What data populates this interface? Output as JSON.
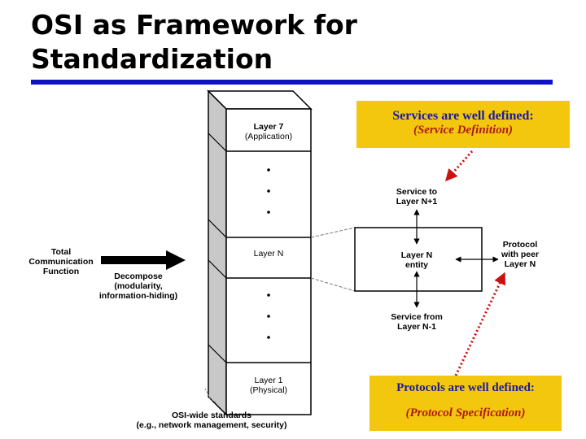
{
  "slide": {
    "title_line1": "OSI as Framework for",
    "title_line2": "Standardization"
  },
  "callouts": {
    "services_main": "Services are well defined:",
    "services_sub": "(Service Definition)",
    "protocols_main": "Protocols are well defined:",
    "protocols_sub": "(Protocol Specification)"
  },
  "diagram": {
    "total_function_1": "Total",
    "total_function_2": "Communication",
    "total_function_3": "Function",
    "decompose_1": "Decompose",
    "decompose_2": "(modularity,",
    "decompose_3": "information-hiding)",
    "layer7_1": "Layer 7",
    "layer7_2": "(Application)",
    "layerN": "Layer N",
    "layer1_1": "Layer 1",
    "layer1_2": "(Physical)",
    "osi_wide_1": "OSI-wide standards",
    "osi_wide_2": "(e.g., network management, security)",
    "service_to_1": "Service to",
    "service_to_2": "Layer N+1",
    "entity_1": "Layer N",
    "entity_2": "entity",
    "service_from_1": "Service from",
    "service_from_2": "Layer N-1",
    "protocol_1": "Protocol",
    "protocol_2": "with peer",
    "protocol_3": "Layer N"
  },
  "colors": {
    "title_rule": "#1010c8",
    "callout_fill": "#f2c70d",
    "callout_main_text": "#1a1aa0",
    "callout_sub_text": "#b01818",
    "dotted_arrow": "#cc1111",
    "stack_side": "#c8c8c8"
  }
}
